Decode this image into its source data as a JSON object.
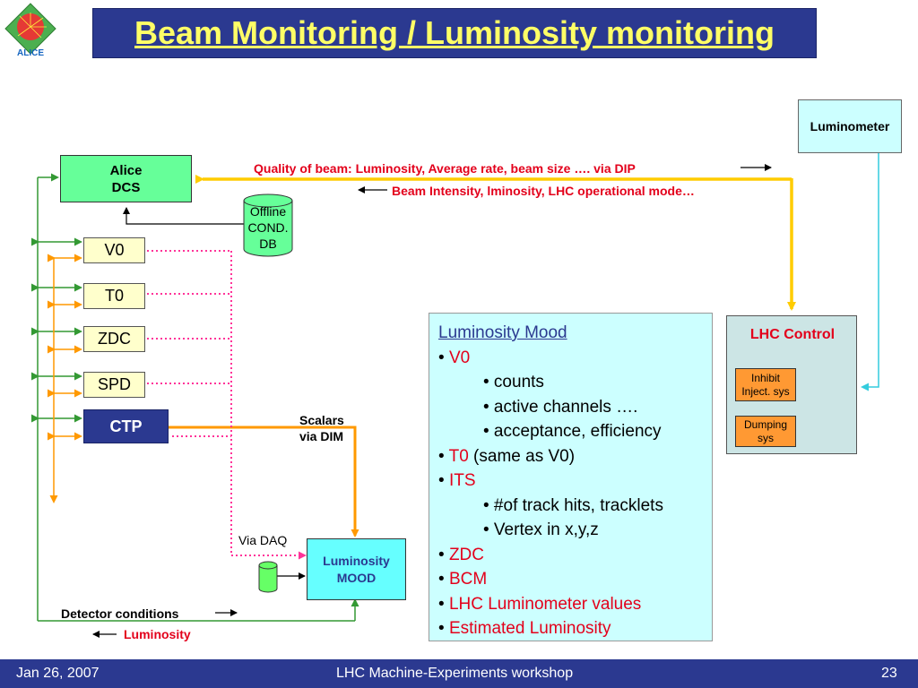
{
  "title": "Beam Monitoring / Luminosity monitoring",
  "logo": {
    "text": "ALICE"
  },
  "nodes": {
    "luminometer": "Luminometer",
    "alice_dcs": [
      "Alice",
      "DCS"
    ],
    "offline_db": [
      "Offline",
      "COND.",
      "DB"
    ],
    "v0": "V0",
    "t0": "T0",
    "zdc": "ZDC",
    "spd": "SPD",
    "ctp": "CTP",
    "lhc_control": "LHC Control",
    "inhibit": [
      "Inhibit",
      "Inject. sys"
    ],
    "dumping": [
      "Dumping",
      "sys"
    ],
    "lumi_mood": [
      "Luminosity",
      "MOOD"
    ]
  },
  "labels": {
    "quality": "Quality of beam: Luminosity, Average rate, beam size …. via DIP",
    "beam_intensity": "Beam Intensity, lminosity, LHC operational mode…",
    "scalars": [
      "Scalars",
      "via DIM"
    ],
    "via_daq": "Via DAQ",
    "detector_conditions": "Detector conditions",
    "luminosity": "Luminosity"
  },
  "mood_panel": {
    "heading": "Luminosity Mood",
    "v0": "V0",
    "v0_counts": "• counts",
    "v0_active": "• active channels ….",
    "v0_acceptance": "• acceptance, efficiency",
    "t0": "T0",
    "t0_note": " (same as V0)",
    "its": "ITS",
    "its_hits": "• #of track hits, tracklets",
    "its_vertex": "• Vertex in x,y,z",
    "zdc": "ZDC",
    "bcm": "BCM",
    "lhc_lumi": "LHC Luminometer values",
    "estimated": "Estimated Luminosity"
  },
  "footer": {
    "date": "Jan 26, 2007",
    "event": "LHC Machine-Experiments workshop",
    "page": "23"
  },
  "colors": {
    "title_bg": "#2b3990",
    "title_text": "#ffff66",
    "green_node": "#66ff99",
    "detector_node": "#ffffcc",
    "ctp_node": "#2b3990",
    "lhc_panel": "#cce5e5",
    "orange_box": "#ff9933",
    "luminometer_box": "#ccffff",
    "red_text": "#e3001b",
    "yellow_line": "#ffcc00",
    "orange_line": "#ff9900",
    "magenta_dotted": "#ff3399",
    "green_line": "#339933",
    "cyan_line": "#33ccdd"
  }
}
